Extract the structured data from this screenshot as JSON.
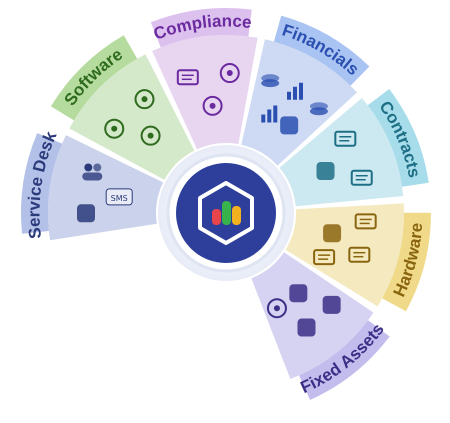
{
  "diagram": {
    "segments": [
      {
        "key": "service-desk",
        "label": "Service Desk",
        "color": "#c5cde9",
        "tab_color": "#b3c0e8",
        "text_color": "#2a3a7a"
      },
      {
        "key": "software",
        "label": "Software",
        "color": "#cfe6c4",
        "tab_color": "#b5dc9e",
        "text_color": "#2f6b1e"
      },
      {
        "key": "compliance",
        "label": "Compliance",
        "color": "#e6d2ef",
        "tab_color": "#dcc0ee",
        "text_color": "#6b2aa0"
      },
      {
        "key": "financials",
        "label": "Financials",
        "color": "#c9d6f2",
        "tab_color": "#a9c3f2",
        "text_color": "#2a4fb0"
      },
      {
        "key": "contracts",
        "label": "Contracts",
        "color": "#c6e6ef",
        "tab_color": "#a7dcea",
        "text_color": "#1e6f86"
      },
      {
        "key": "hardware",
        "label": "Hardware",
        "color": "#f3e7b8",
        "tab_color": "#f0da8a",
        "text_color": "#8a6510"
      },
      {
        "key": "fixed-assets",
        "label": "Fixed Assets",
        "color": "#d1cdef",
        "tab_color": "#c3bdee",
        "text_color": "#3b2f86"
      }
    ],
    "icons": {
      "service-desk": [
        "network-icon",
        "sms-icon",
        "users-icon"
      ],
      "software": [
        "location-pin-icon",
        "gear-icon",
        "atom-icon"
      ],
      "compliance": [
        "document-icon",
        "planet-icon",
        "search-icon"
      ],
      "financials": [
        "coins-icon",
        "pie-chart-icon",
        "growth-chart-icon",
        "calculator-icon",
        "stacked-coins-icon"
      ],
      "contracts": [
        "contract-document-icon",
        "graduation-cap-icon",
        "presentation-board-icon"
      ],
      "hardware": [
        "monitor-icon",
        "calculator-icon",
        "laptop-icon",
        "tablet-icon"
      ],
      "fixed-assets": [
        "tools-icon",
        "bag-icon",
        "books-icon",
        "compass-icon"
      ]
    },
    "sms_text": "SMS",
    "colors": {
      "hub_outer": "#ffffff",
      "hub_inner": "#2d3f9a",
      "bar_red": "#e8454a",
      "bar_green": "#38b24a",
      "bar_yellow": "#f2b21f",
      "hex_outline": "#ffffff"
    }
  }
}
